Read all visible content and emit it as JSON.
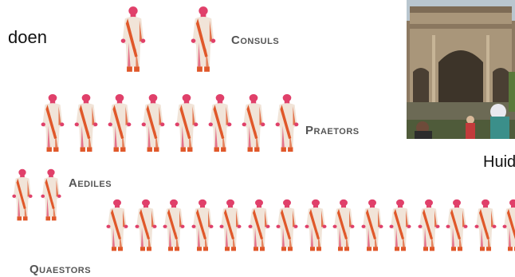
{
  "left_fragment": "doen",
  "right_fragment": "Huid",
  "ranks": {
    "consuls": {
      "first": "C",
      "rest": "ONSULS",
      "count": 2
    },
    "praetors": {
      "first": "P",
      "rest": "RAETORS",
      "count": 8
    },
    "aediles": {
      "first": "A",
      "rest": "EDILES",
      "count": 2
    },
    "quaestors": {
      "first": "Q",
      "rest": "UAESTORS",
      "count": 15
    }
  },
  "photo": {
    "subject": "Roman triumphal arch with visitors",
    "icon": "arch-photo"
  },
  "colors": {
    "robe": "#f1e4d8",
    "stripe": "#e0582a",
    "skin": "#e0406a",
    "label": "#555555"
  }
}
